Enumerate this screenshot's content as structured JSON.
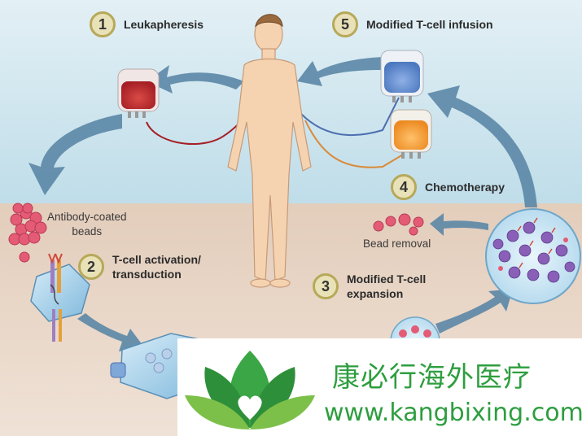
{
  "steps": [
    {
      "number": "1",
      "label": "Leukapheresis"
    },
    {
      "number": "2",
      "label": "T-cell activation/\ntransduction"
    },
    {
      "number": "3",
      "label": "Modified T-cell\nexpansion"
    },
    {
      "number": "4",
      "label": "Chemotherapy"
    },
    {
      "number": "5",
      "label": "Modified T-cell infusion"
    }
  ],
  "labels": {
    "beads": "Antibody-coated\nbeads",
    "bead_removal": "Bead removal"
  },
  "watermark": {
    "chinese_name": "康必行海外医疗",
    "url": "www.kangbixing.com"
  },
  "colors": {
    "sky": "#cfe6ef",
    "ground": "#e8d5c6",
    "arrow": "#5b87a6",
    "blood_bag": "#b8242a",
    "infusion_bag": "#5b86c9",
    "chemo_bag": "#ef8f2a",
    "skin": "#f6d3b0",
    "bead": "#e45b76",
    "logo_green": "#2e9e3f"
  }
}
